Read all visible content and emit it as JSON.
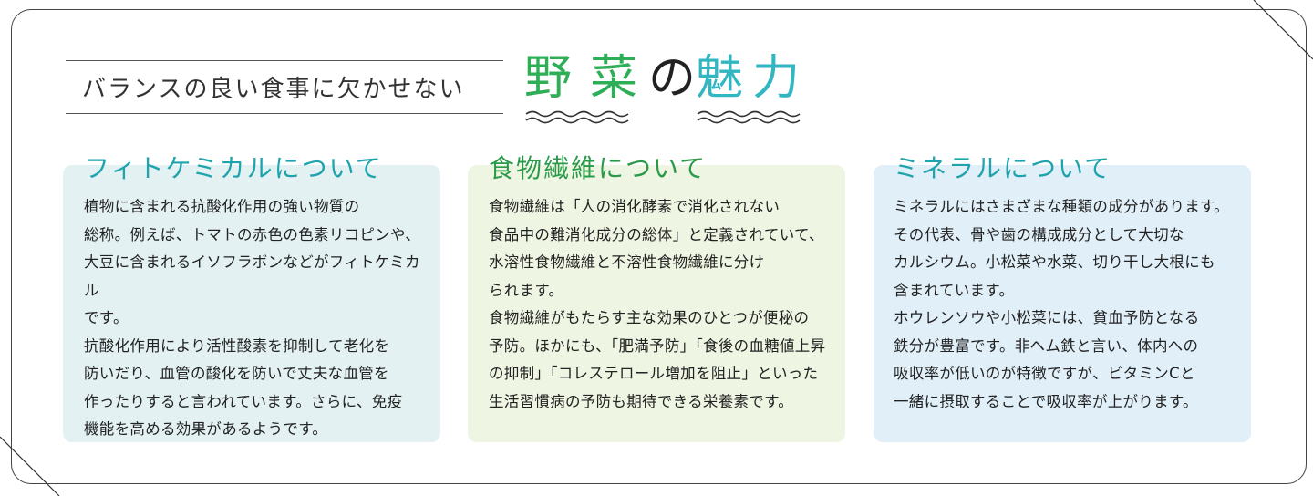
{
  "header": {
    "subtitle": "バランスの良い食事に欠かせない",
    "title_chars": [
      "野",
      "菜",
      "の",
      "魅",
      "力"
    ],
    "colors": {
      "green": "#2fae58",
      "teal": "#31b6c2"
    }
  },
  "cards": [
    {
      "title": "フィトケミカルについて",
      "body": "植物に含まれる抗酸化作用の強い物質の\n総称。例えば、トマトの赤色の色素リコピンや、\n大豆に含まれるイソフラボンなどがフィトケミカル\nです。\n抗酸化作用により活性酸素を抑制して老化を\n防いだり、血管の酸化を防いで丈夫な血管を\n作ったりすると言われています。さらに、免疫\n機能を高める効果があるようです。"
    },
    {
      "title": "食物繊維について",
      "body": "食物繊維は「人の消化酵素で消化されない\n食品中の難消化成分の総体」と定義されていて、\n水溶性食物繊維と不溶性食物繊維に分け\nられます。\n食物繊維がもたらす主な効果のひとつが便秘の\n予防。ほかにも、「肥満予防」「食後の血糖値上昇\nの抑制」「コレステロール増加を阻止」といった\n生活習慣病の予防も期待できる栄養素です。"
    },
    {
      "title": "ミネラルについて",
      "body": "ミネラルにはさまざまな種類の成分があります。\nその代表、骨や歯の構成成分として大切な\nカルシウム。小松菜や水菜、切り干し大根にも\n含まれています。\nホウレンソウや小松菜には、貧血予防となる\n鉄分が豊富です。非ヘム鉄と言い、体内への\n吸収率が低いのが特徴ですが、ビタミンCと\n一緒に摂取することで吸収率が上がります。"
    }
  ]
}
